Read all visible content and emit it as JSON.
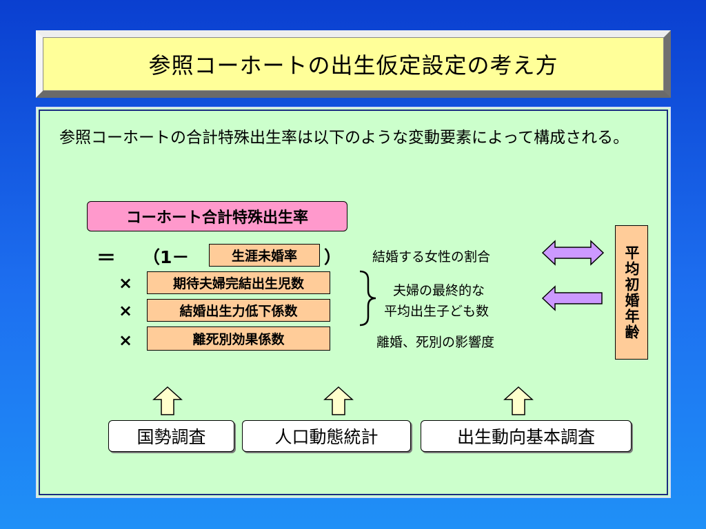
{
  "title": "参照コーホートの出生仮定設定の考え方",
  "intro": "参照コーホートの合計特殊出生率は以下のような変動要素によって構成される。",
  "formula": {
    "head": "コーホート合計特殊出生率",
    "equals": "＝",
    "open_paren": "（1－",
    "close_paren": "）",
    "times": "×",
    "terms": [
      "生涯未婚率",
      "期待夫婦完結出生児数",
      "結婚出生力低下係数",
      "離死別効果係数"
    ]
  },
  "notes": {
    "marriage": "結婚する女性の割合",
    "couple_line1": "夫婦の最終的な",
    "couple_line2": "平均出生子ども数",
    "divorce": "離婚、死別の影響度"
  },
  "side_label": "平均初婚年齢",
  "sources": [
    "国勢調査",
    "人口動態統計",
    "出生動向基本調査"
  ],
  "colors": {
    "title_bg": "#ffff99",
    "panel_bg": "#ccffcc",
    "pink_box": "#ff99cc",
    "peach_box": "#ffcc99",
    "arrow_fill": "#cc99ff",
    "up_arrow_fill": "#ffffcc"
  }
}
